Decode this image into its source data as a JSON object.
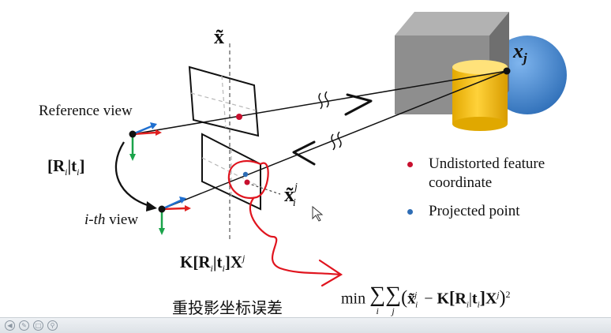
{
  "labels": {
    "x_tilde": "x̃",
    "x_j": "x",
    "x_j_sub": "j",
    "reference_view": "Reference view",
    "ith_view_italic": "i-th",
    "ith_view_rest": " view",
    "pose_R": "R",
    "pose_i1": "i",
    "pose_t": "t",
    "pose_i2": "i",
    "x_tilde_ij": "x̃",
    "x_tilde_ij_sup": "j",
    "x_tilde_ij_sub": "i",
    "projection_K": "K",
    "projection_R": "R",
    "projection_i1": "i",
    "projection_t": "t",
    "projection_i2": "i",
    "projection_X": "X",
    "projection_sup": "j",
    "chinese_caption": "重投影坐标误差"
  },
  "legend": {
    "undistorted_line1": "Undistorted feature",
    "undistorted_line2": "coordinate",
    "projected": "Projected point"
  },
  "formula": {
    "min": "min",
    "sum1_sub": "i",
    "sum2_sub": "j",
    "x_tilde": "x̃",
    "x_sub": "i",
    "x_sup": "j",
    "minus": "−",
    "K": "K",
    "R": "R",
    "i1": "i",
    "t": "t",
    "i2": "i",
    "X": "X",
    "X_sup": "j",
    "square": "2"
  },
  "colors": {
    "red_point": "#c8102e",
    "blue_point": "#2e6db5",
    "annotation_red": "#e0141e",
    "sphere_blue": "#4a90d9",
    "cylinder_yellow": "#f5c000",
    "cube_gray": "#8c8c8c",
    "axis_red": "#e02020",
    "axis_green": "#1aa34a",
    "axis_blue": "#1e6fd0"
  }
}
